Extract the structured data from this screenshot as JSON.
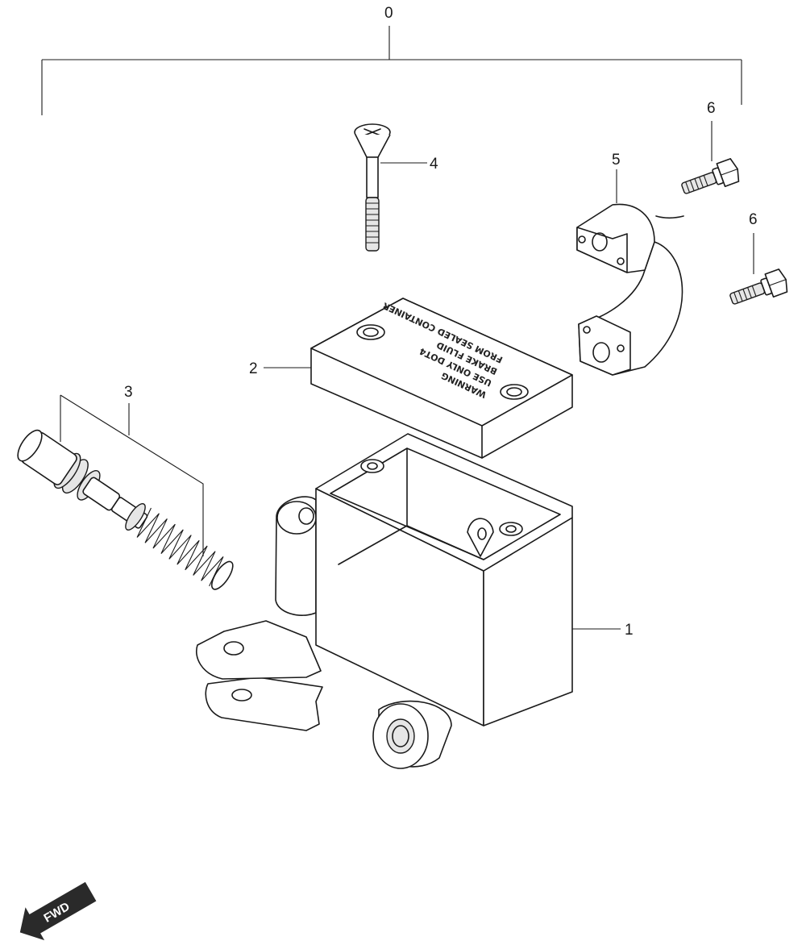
{
  "callouts": {
    "assembly": "0",
    "body": "1",
    "cover": "2",
    "piston_set": "3",
    "screw": "4",
    "holder": "5",
    "bolt_a": "6",
    "bolt_b": "6"
  },
  "cover_text": {
    "line1": "WARNING",
    "line2": "USE ONLY DOT4",
    "line3": "BRAKE FLUID",
    "line4": "FROM SEALED CONTAINER"
  },
  "direction_label": "FWD",
  "colors": {
    "line": "#1a1a1a",
    "fill": "#ffffff",
    "shade": "#e6e6e6"
  }
}
